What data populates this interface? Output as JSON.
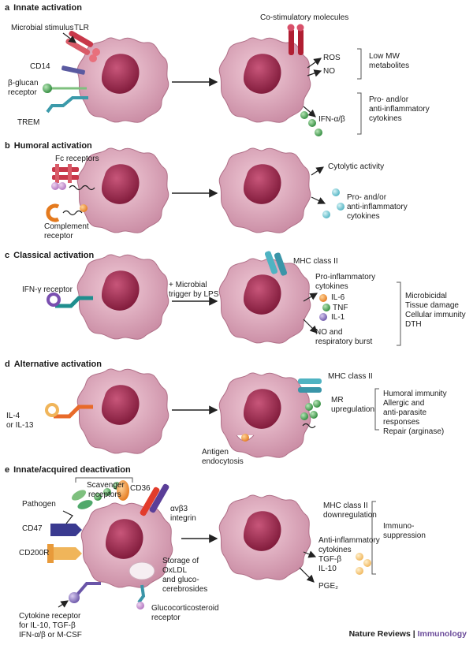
{
  "panels": {
    "a": {
      "letter": "a",
      "title": "Innate activation",
      "labels": {
        "microbial": "Microbial stimulus",
        "tlr": "TLR",
        "cd14": "CD14",
        "bglucan1": "β-glucan",
        "bglucan2": "receptor",
        "trem": "TREM",
        "costim": "Co-stimulatory molecules",
        "ros": "ROS",
        "no": "NO",
        "lowmw1": "Low MW",
        "lowmw2": "metabolites",
        "pro1": "Pro- and/or",
        "pro2": "anti-inflammatory",
        "pro3": "cytokines",
        "ifn": "IFN-α/β"
      }
    },
    "b": {
      "letter": "b",
      "title": "Humoral activation",
      "labels": {
        "fc": "Fc receptors",
        "comp1": "Complement",
        "comp2": "receptor",
        "cytolytic": "Cytolytic activity",
        "pro1": "Pro- and/or",
        "pro2": "anti-inflammatory",
        "pro3": "cytokines"
      }
    },
    "c": {
      "letter": "c",
      "title": "Classical activation",
      "labels": {
        "ifng": "IFN-γ receptor",
        "trig1": "+ Microbial",
        "trig2": "trigger by LPS",
        "mhc": "MHC class II",
        "proinf1": "Pro-inflammatory",
        "proinf2": "cytokines",
        "il6": "IL-6",
        "tnf": "TNF",
        "il1": "IL-1",
        "no1": "NO and",
        "no2": "respiratory burst",
        "out1": "Microbicidal",
        "out2": "Tissue damage",
        "out3": "Cellular immunity",
        "out4": "DTH"
      }
    },
    "d": {
      "letter": "d",
      "title": "Alternative activation",
      "labels": {
        "il4a": "IL-4",
        "il4b": "or IL-13",
        "mhc": "MHC class II",
        "mr1": "MR",
        "mr2": "upregulation",
        "ag1": "Antigen",
        "ag2": "endocytosis",
        "out1": "Humoral immunity",
        "out2": "Allergic and",
        "out3": "anti-parasite",
        "out4": "responses",
        "out5": "Repair (arginase)"
      }
    },
    "e": {
      "letter": "e",
      "title": "Innate/acquired deactivation",
      "labels": {
        "scav1": "Scavenger",
        "scav2": "receptors",
        "cd36": "CD36",
        "pathogen": "Pathogen",
        "avb3a": "αvβ3",
        "avb3b": "integrin",
        "cd47": "CD47",
        "cd200r": "CD200R",
        "stor1": "Storage of",
        "stor2": "OxLDL",
        "stor3": "and gluco-",
        "stor4": "cerebrosides",
        "cyto1": "Cytokine receptor",
        "cyto2": "for IL-10, TGF-β",
        "cyto3": "IFN-α/β or M-CSF",
        "gluco1": "Glucocorticosteroid",
        "gluco2": "receptor",
        "mhc1": "MHC class II",
        "mhc2": "downregulation",
        "anti1": "Anti-inflammatory",
        "anti2": "cytokines",
        "tgf": "TGF-β",
        "il10": "IL-10",
        "pge2": "PGE₂",
        "imm1": "Immuno-",
        "imm2": "suppression"
      }
    }
  },
  "credit": {
    "journal": "Nature Reviews",
    "sep": " | ",
    "subject": "Immunology"
  },
  "colors": {
    "cell_fill": "#dba1b5",
    "cell_edge": "#b07088",
    "nucleus": "#9c2d4f",
    "accent": "#6b4b9a"
  }
}
